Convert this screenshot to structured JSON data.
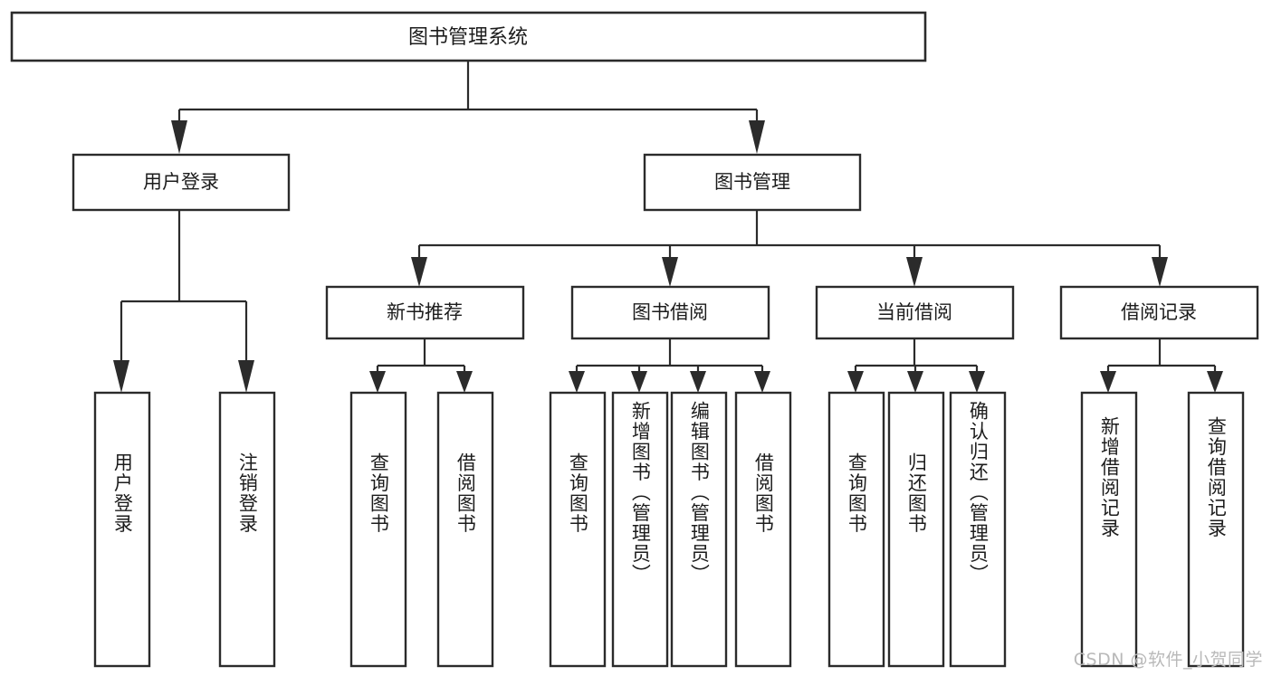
{
  "page": {
    "title": "图书管理系统",
    "background_color": "#ffffff",
    "line_color": "#2b2b2b",
    "text_color": "#1c1c1c",
    "watermark": "CSDN @软件_小贺同学",
    "watermark_color": "#b9b9b9"
  },
  "diagram": {
    "type": "tree",
    "orientation": "top-down",
    "root": {
      "label": "图书管理系统"
    },
    "level2": [
      {
        "label": "用户登录"
      },
      {
        "label": "图书管理"
      }
    ],
    "level3": [
      {
        "label": "新书推荐"
      },
      {
        "label": "图书借阅"
      },
      {
        "label": "当前借阅"
      },
      {
        "label": "借阅记录"
      }
    ],
    "leaves": {
      "user_login": [
        {
          "label": "用户登录"
        },
        {
          "label": "注销登录"
        }
      ],
      "new_book_recommend": [
        {
          "label": "查询图书"
        },
        {
          "label": "借阅图书"
        }
      ],
      "book_borrow": [
        {
          "label": "查询图书"
        },
        {
          "label": "新增图书（管理员）"
        },
        {
          "label": "编辑图书（管理员）"
        },
        {
          "label": "借阅图书"
        }
      ],
      "current_borrow": [
        {
          "label": "查询图书"
        },
        {
          "label": "归还图书"
        },
        {
          "label": "确认归还（管理员）"
        }
      ],
      "borrow_record": [
        {
          "label": "新增借阅记录"
        },
        {
          "label": "查询借阅记录"
        }
      ]
    }
  }
}
